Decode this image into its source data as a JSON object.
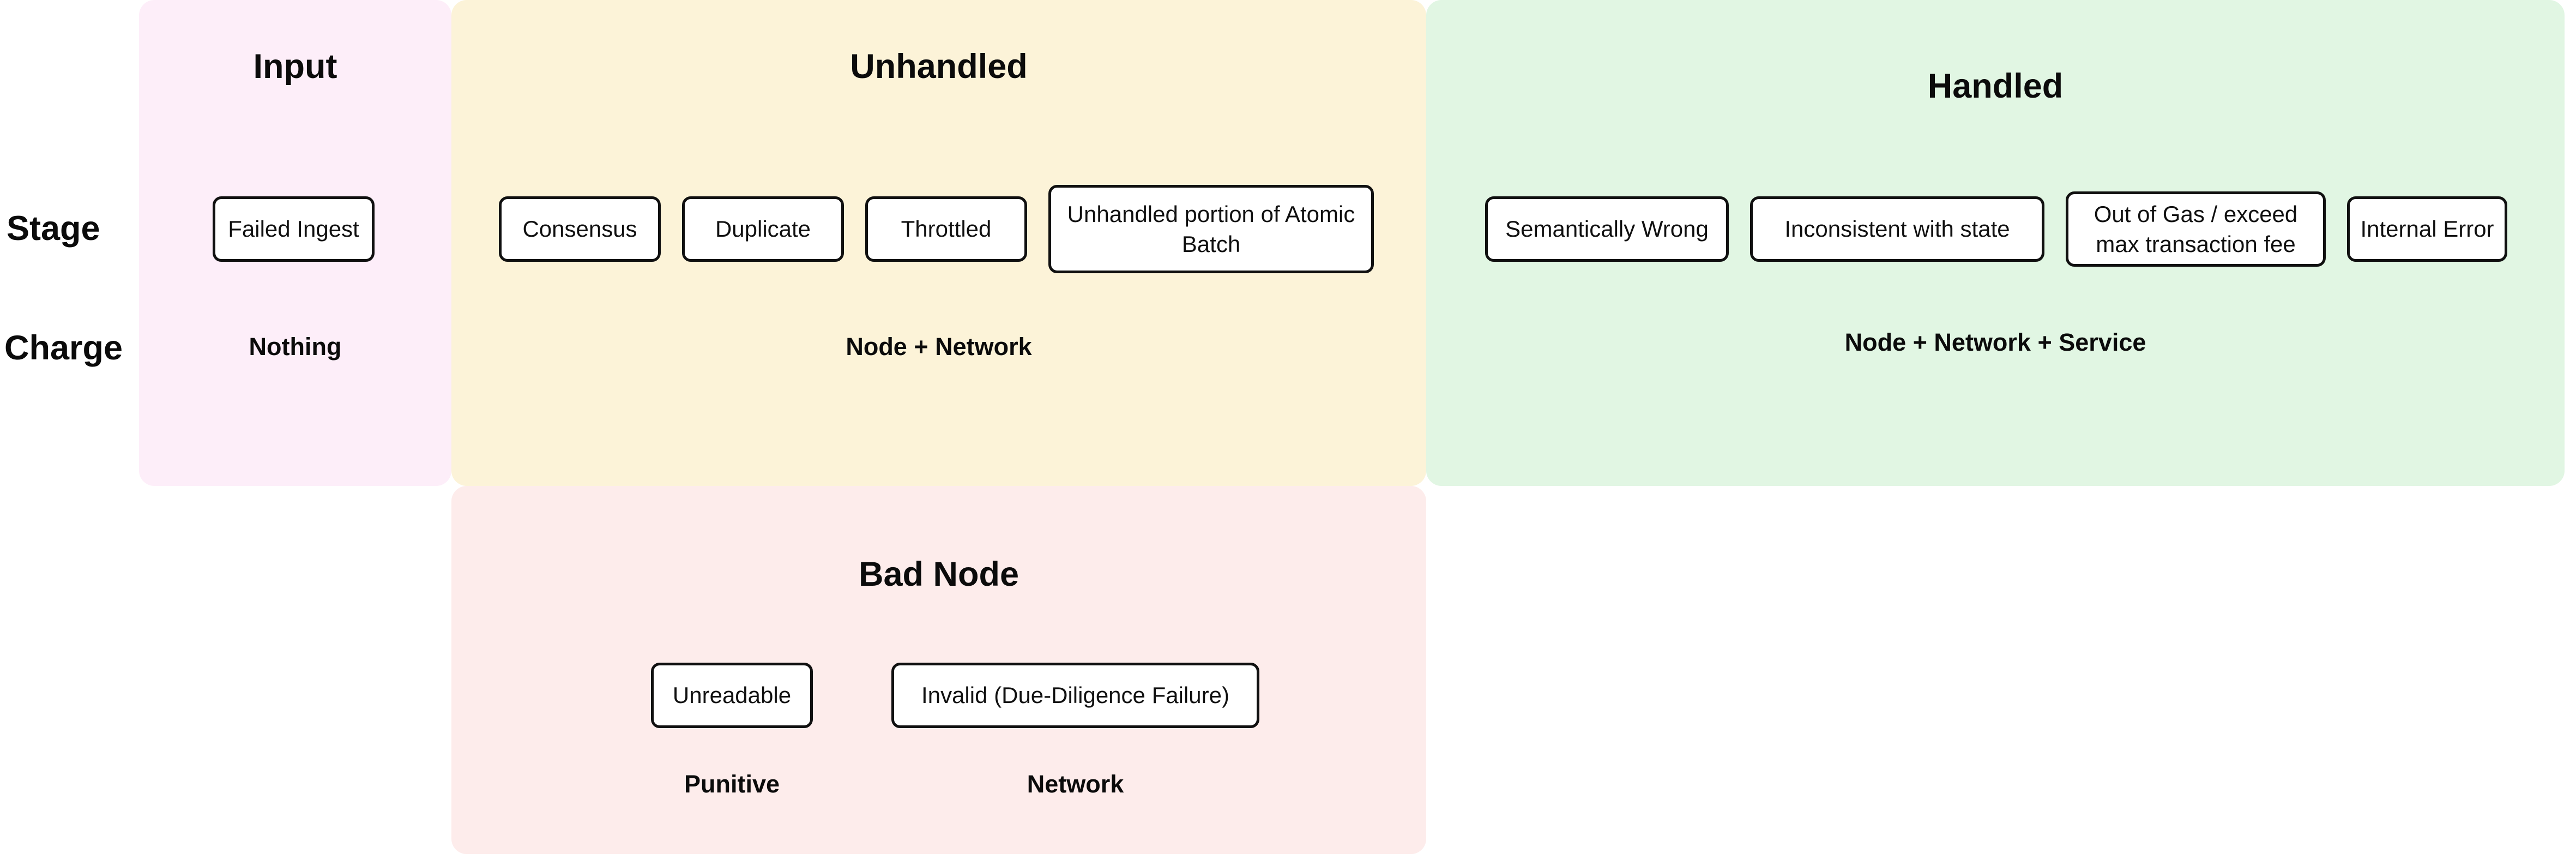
{
  "row_labels": {
    "stage": "Stage",
    "charge": "Charge"
  },
  "regions": {
    "input": {
      "title": "Input",
      "bg_color": "#fdeef9",
      "charge": "Nothing",
      "boxes": [
        {
          "label": "Failed Ingest"
        }
      ]
    },
    "unhandled": {
      "title": "Unhandled",
      "bg_color": "#fcf3d8",
      "charge": "Node + Network",
      "boxes": [
        {
          "label": "Consensus"
        },
        {
          "label": "Duplicate"
        },
        {
          "label": "Throttled"
        },
        {
          "label": "Unhandled portion of Atomic Batch"
        }
      ]
    },
    "handled": {
      "title": "Handled",
      "bg_color": "#e1f6e3",
      "charge": "Node + Network + Service",
      "boxes": [
        {
          "label": "Semantically Wrong"
        },
        {
          "label": "Inconsistent with state"
        },
        {
          "label": "Out of Gas / exceed max transaction fee"
        },
        {
          "label": "Internal Error"
        }
      ]
    },
    "bad_node": {
      "title": "Bad Node",
      "bg_color": "#fdeceb",
      "boxes": [
        {
          "label": "Unreadable",
          "charge": "Punitive"
        },
        {
          "label": "Invalid (Due-Diligence Failure)",
          "charge": "Network"
        }
      ]
    }
  }
}
